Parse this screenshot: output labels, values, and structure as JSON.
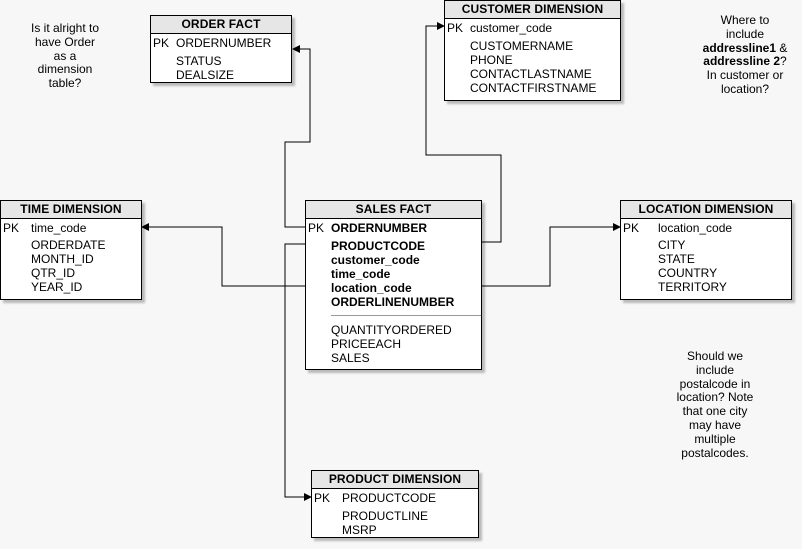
{
  "entities": {
    "order_fact": {
      "title": "ORDER FACT",
      "pk_marker": "PK",
      "pk_field": "ORDERNUMBER",
      "fields": [
        "STATUS",
        "DEALSIZE"
      ]
    },
    "customer_dimension": {
      "title": "CUSTOMER DIMENSION",
      "pk_marker": "PK",
      "pk_field": "customer_code",
      "fields": [
        "CUSTOMERNAME",
        "PHONE",
        "CONTACTLASTNAME",
        "CONTACTFIRSTNAME"
      ]
    },
    "time_dimension": {
      "title": "TIME DIMENSION",
      "pk_marker": "PK",
      "pk_field": "time_code",
      "fields": [
        "ORDERDATE",
        "MONTH_ID",
        "QTR_ID",
        "YEAR_ID"
      ]
    },
    "sales_fact": {
      "title": "SALES FACT",
      "pk_marker": "PK",
      "pk_field": "ORDERNUMBER",
      "key_fields": [
        "PRODUCTCODE",
        "customer_code",
        "time_code",
        "location_code",
        "ORDERLINENUMBER"
      ],
      "measure_fields": [
        "QUANTITYORDERED",
        "PRICEEACH",
        "SALES"
      ]
    },
    "location_dimension": {
      "title": "LOCATION DIMENSION",
      "pk_marker": "PK",
      "pk_field": "location_code",
      "fields": [
        "CITY",
        "STATE",
        "COUNTRY",
        "TERRITORY"
      ]
    },
    "product_dimension": {
      "title": "PRODUCT DIMENSION",
      "pk_marker": "PK",
      "pk_field": "PRODUCTCODE",
      "fields": [
        "PRODUCTLINE",
        "MSRP"
      ]
    }
  },
  "notes": {
    "order_question": [
      "Is it alright to",
      "have Order",
      "as a",
      "dimension",
      "table?"
    ],
    "address_question": {
      "line1": "Where to",
      "line2": "include",
      "bold1": "addressline1",
      "amp": " &",
      "bold2": "addressline 2",
      "qmark": "?",
      "line5": "In customer or",
      "line6": "location?"
    },
    "postalcode_question": [
      "Should we",
      "include",
      "postalcode in",
      "location? Note",
      "that one city",
      "may have",
      "multiple",
      "postalcodes."
    ]
  },
  "colors": {
    "background": "#f7f7f7",
    "header": "#e6e6e6",
    "line": "#000000"
  }
}
